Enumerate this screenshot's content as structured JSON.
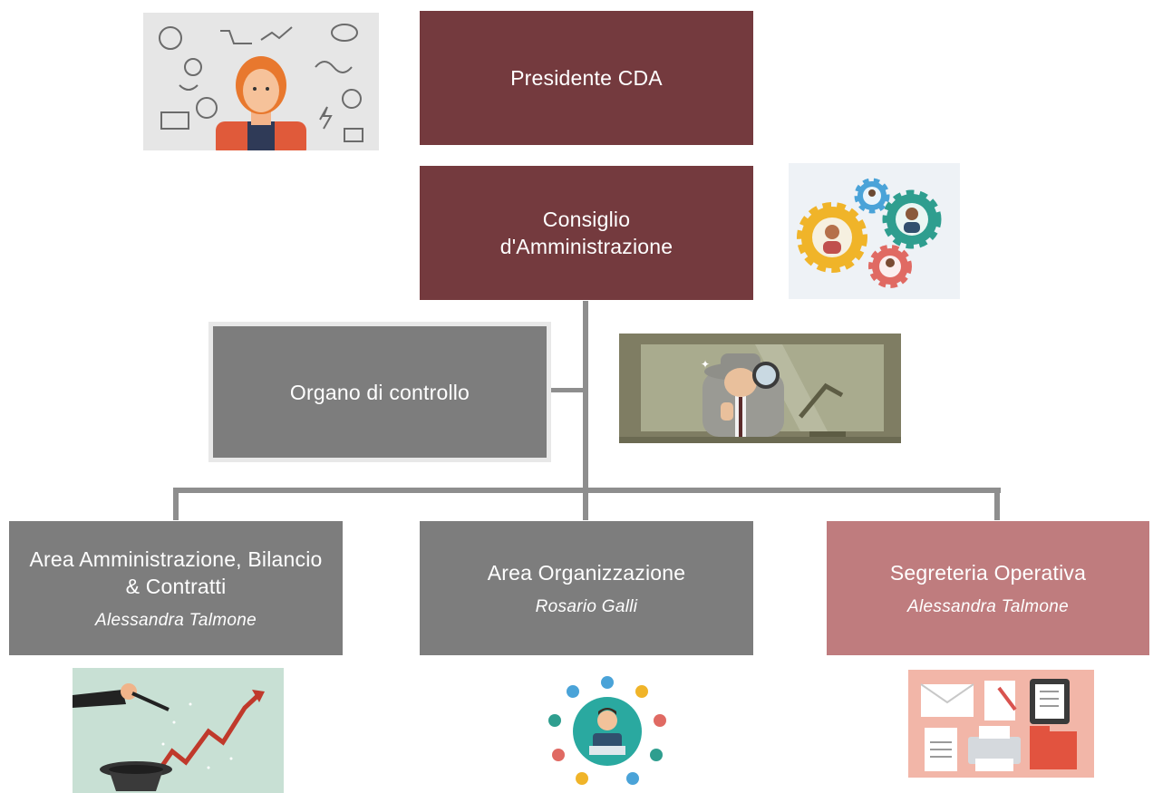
{
  "nodes": {
    "president": {
      "title": "Presidente CDA"
    },
    "board": {
      "title": "Consiglio d'Amministrazione"
    },
    "control": {
      "title": "Organo di controllo"
    },
    "admin_area": {
      "title": "Area Amministrazione, Bilancio & Contratti",
      "person": "Alessandra Talmone"
    },
    "org_area": {
      "title": "Area Organizzazione",
      "person": "Rosario Galli"
    },
    "secretariat": {
      "title": "Segreteria Operativa",
      "person": "Alessandra Talmone"
    }
  },
  "colors": {
    "maroon": "#743a3e",
    "grey": "#7d7d7d",
    "rose": "#bf7c7e",
    "connector": "#8e8e8e"
  },
  "illustrations": {
    "president": "business-woman-doodles",
    "board": "people-gears",
    "control": "detective-magnifier",
    "admin_area": "magic-hat-growth-chart",
    "org_area": "networked-worker",
    "secretariat": "office-supplies"
  }
}
